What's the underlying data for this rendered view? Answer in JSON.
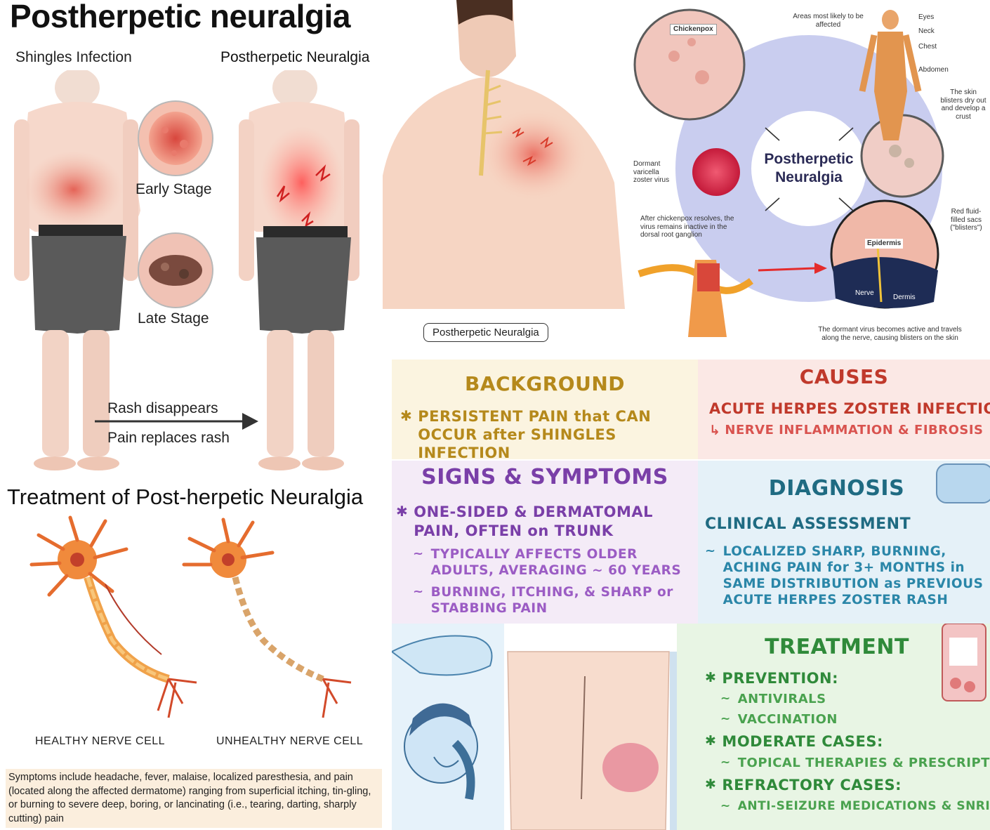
{
  "left": {
    "main_title": "Postherpetic neuralgia",
    "col_shingles": "Shingles Infection",
    "col_phn": "Postherpetic Neuralgia",
    "early_stage": "Early Stage",
    "late_stage": "Late Stage",
    "rash_disappears": "Rash disappears",
    "pain_replaces": "Pain replaces rash",
    "treatment_title": "Treatment of Post-herpetic Neuralgia",
    "healthy_label": "HEALTHY NERVE CELL",
    "unhealthy_label": "UNHEALTHY NERVE CELL",
    "symptoms_text": "Symptoms include headache, fever, malaise, localized paresthesia, and pain (located along the affected dermatome) ranging from superficial itching, tin-gling, or burning to severe deep, boring, or lancinating (i.e., tearing, darting, sharply cutting) pain"
  },
  "back_illustration": {
    "label": "Postherpetic Neuralgia"
  },
  "cycle": {
    "center_line1": "Postherpetic",
    "center_line2": "Neuralgia",
    "chickenpox": "Chickenpox",
    "areas": "Areas most likely to be affected",
    "eyes": "Eyes",
    "neck": "Neck",
    "chest": "Chest",
    "abdomen": "Abdomen",
    "blisters_dry": "The skin blisters dry out and develop a crust",
    "dormant": "Dormant varicella zoster virus",
    "after_chickenpox": "After chickenpox resolves, the virus remains inactive in the dorsal root ganglion",
    "red_fluid": "Red fluid-filled sacs (\"blisters\")",
    "epidermis": "Epidermis",
    "nerve": "Nerve",
    "dermis": "Dermis",
    "dormant_active": "The dormant virus becomes active and travels along the nerve, causing blisters on the skin"
  },
  "notes": {
    "background": {
      "title": "BACKGROUND",
      "text": "PERSISTENT PAIN that CAN OCCUR after SHINGLES INFECTION"
    },
    "causes": {
      "title": "CAUSES",
      "line1": "ACUTE HERPES ZOSTER INFECTION",
      "line2": "NERVE INFLAMMATION & FIBROSIS"
    },
    "signs": {
      "title": "SIGNS & SYMPTOMS",
      "main": "ONE-SIDED & DERMATOMAL PAIN, OFTEN on TRUNK",
      "sub1": "TYPICALLY AFFECTS OLDER ADULTS, AVERAGING ~ 60 YEARS",
      "sub2": "BURNING, ITCHING, & SHARP or STABBING PAIN"
    },
    "diagnosis": {
      "title": "DIAGNOSIS",
      "subtitle": "CLINICAL ASSESSMENT",
      "text": "LOCALIZED SHARP, BURNING, ACHING PAIN for 3+ MONTHS in SAME DISTRIBUTION as PREVIOUS ACUTE HERPES ZOSTER RASH"
    },
    "treatment": {
      "title": "TREATMENT",
      "prevention": "PREVENTION:",
      "antivirals": "ANTIVIRALS",
      "vaccination": "VACCINATION",
      "moderate": "MODERATE CASES:",
      "topical": "TOPICAL THERAPIES & PRESCRIPTION",
      "refractory": "REFRACTORY CASES:",
      "antiseizure": "ANTI-SEIZURE MEDICATIONS & SNRIs"
    }
  },
  "colors": {
    "background_gold": "#b5891b",
    "causes_red": "#c0392b",
    "signs_purple": "#7a3fa8",
    "diagnosis_teal": "#1f6b82",
    "treatment_green": "#2f8a3a"
  }
}
